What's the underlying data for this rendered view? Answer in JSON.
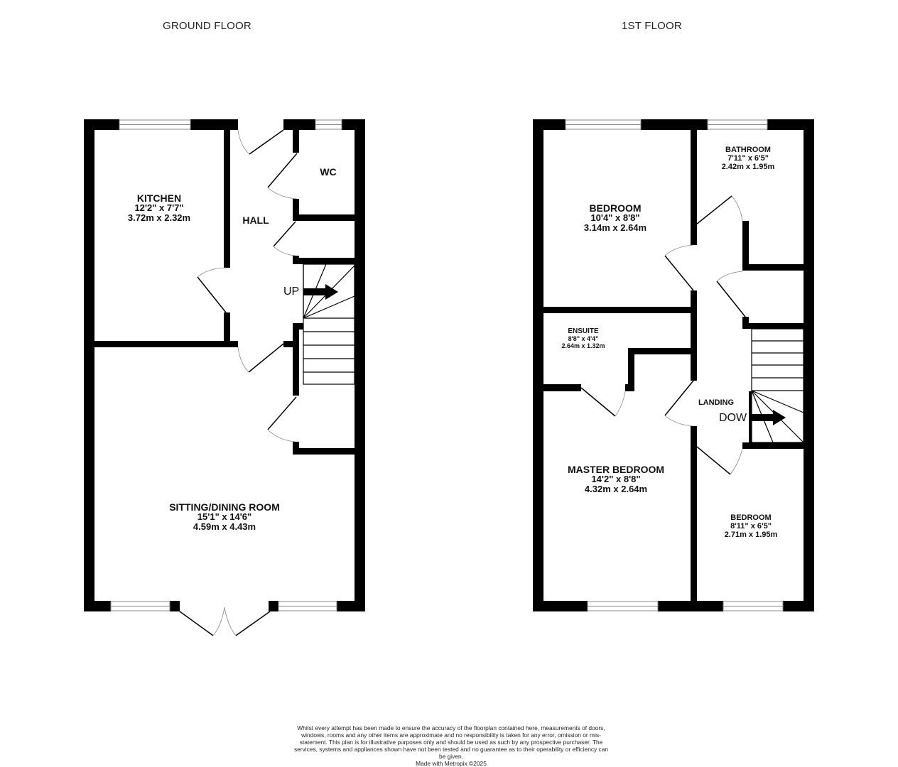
{
  "floors": {
    "ground": {
      "title": "GROUND FLOOR",
      "stair_label": "UP",
      "rooms": [
        {
          "name": "KITCHEN",
          "imperial": "12'2\"  x 7'7\"",
          "metric": "3.72m  x 2.32m"
        },
        {
          "name": "HALL"
        },
        {
          "name": "WC"
        },
        {
          "name": "SITTING/DINING ROOM",
          "imperial": "15'1\"  x 14'6\"",
          "metric": "4.59m  x 4.43m"
        }
      ]
    },
    "first": {
      "title": "1ST FLOOR",
      "stair_label": "DOW",
      "rooms": [
        {
          "name": "BEDROOM",
          "imperial": "10'4\"  x 8'8\"",
          "metric": "3.14m  x 2.64m"
        },
        {
          "name": "BATHROOM",
          "imperial": "7'11\"  x 6'5\"",
          "metric": "2.42m  x 1.95m"
        },
        {
          "name": "ENSUITE",
          "imperial": "8'8\"  x 4'4\"",
          "metric": "2.64m  x 1.32m"
        },
        {
          "name": "LANDING"
        },
        {
          "name": "MASTER BEDROOM",
          "imperial": "14'2\"  x 8'8\"",
          "metric": "4.32m  x 2.64m"
        },
        {
          "name": "BEDROOM",
          "imperial": "8'11\"  x 6'5\"",
          "metric": "2.71m  x 1.95m"
        }
      ]
    }
  },
  "disclaimer": {
    "text": "Whilst every attempt has been made to ensure the accuracy of the floorplan contained here, measurements of doors, windows, rooms and any other items are approximate and no responsibility is taken for any error, omission or mis-statement. This plan is for illustrative purposes only and should be used as such by any prospective purchaser. The services, systems and appliances shown have not been tested and no guarantee as to their operability or efficiency can be given.",
    "credit": "Made with Metropix ©2025"
  },
  "colors": {
    "wall": "#000000",
    "window": "#888888",
    "background": "#ffffff"
  }
}
